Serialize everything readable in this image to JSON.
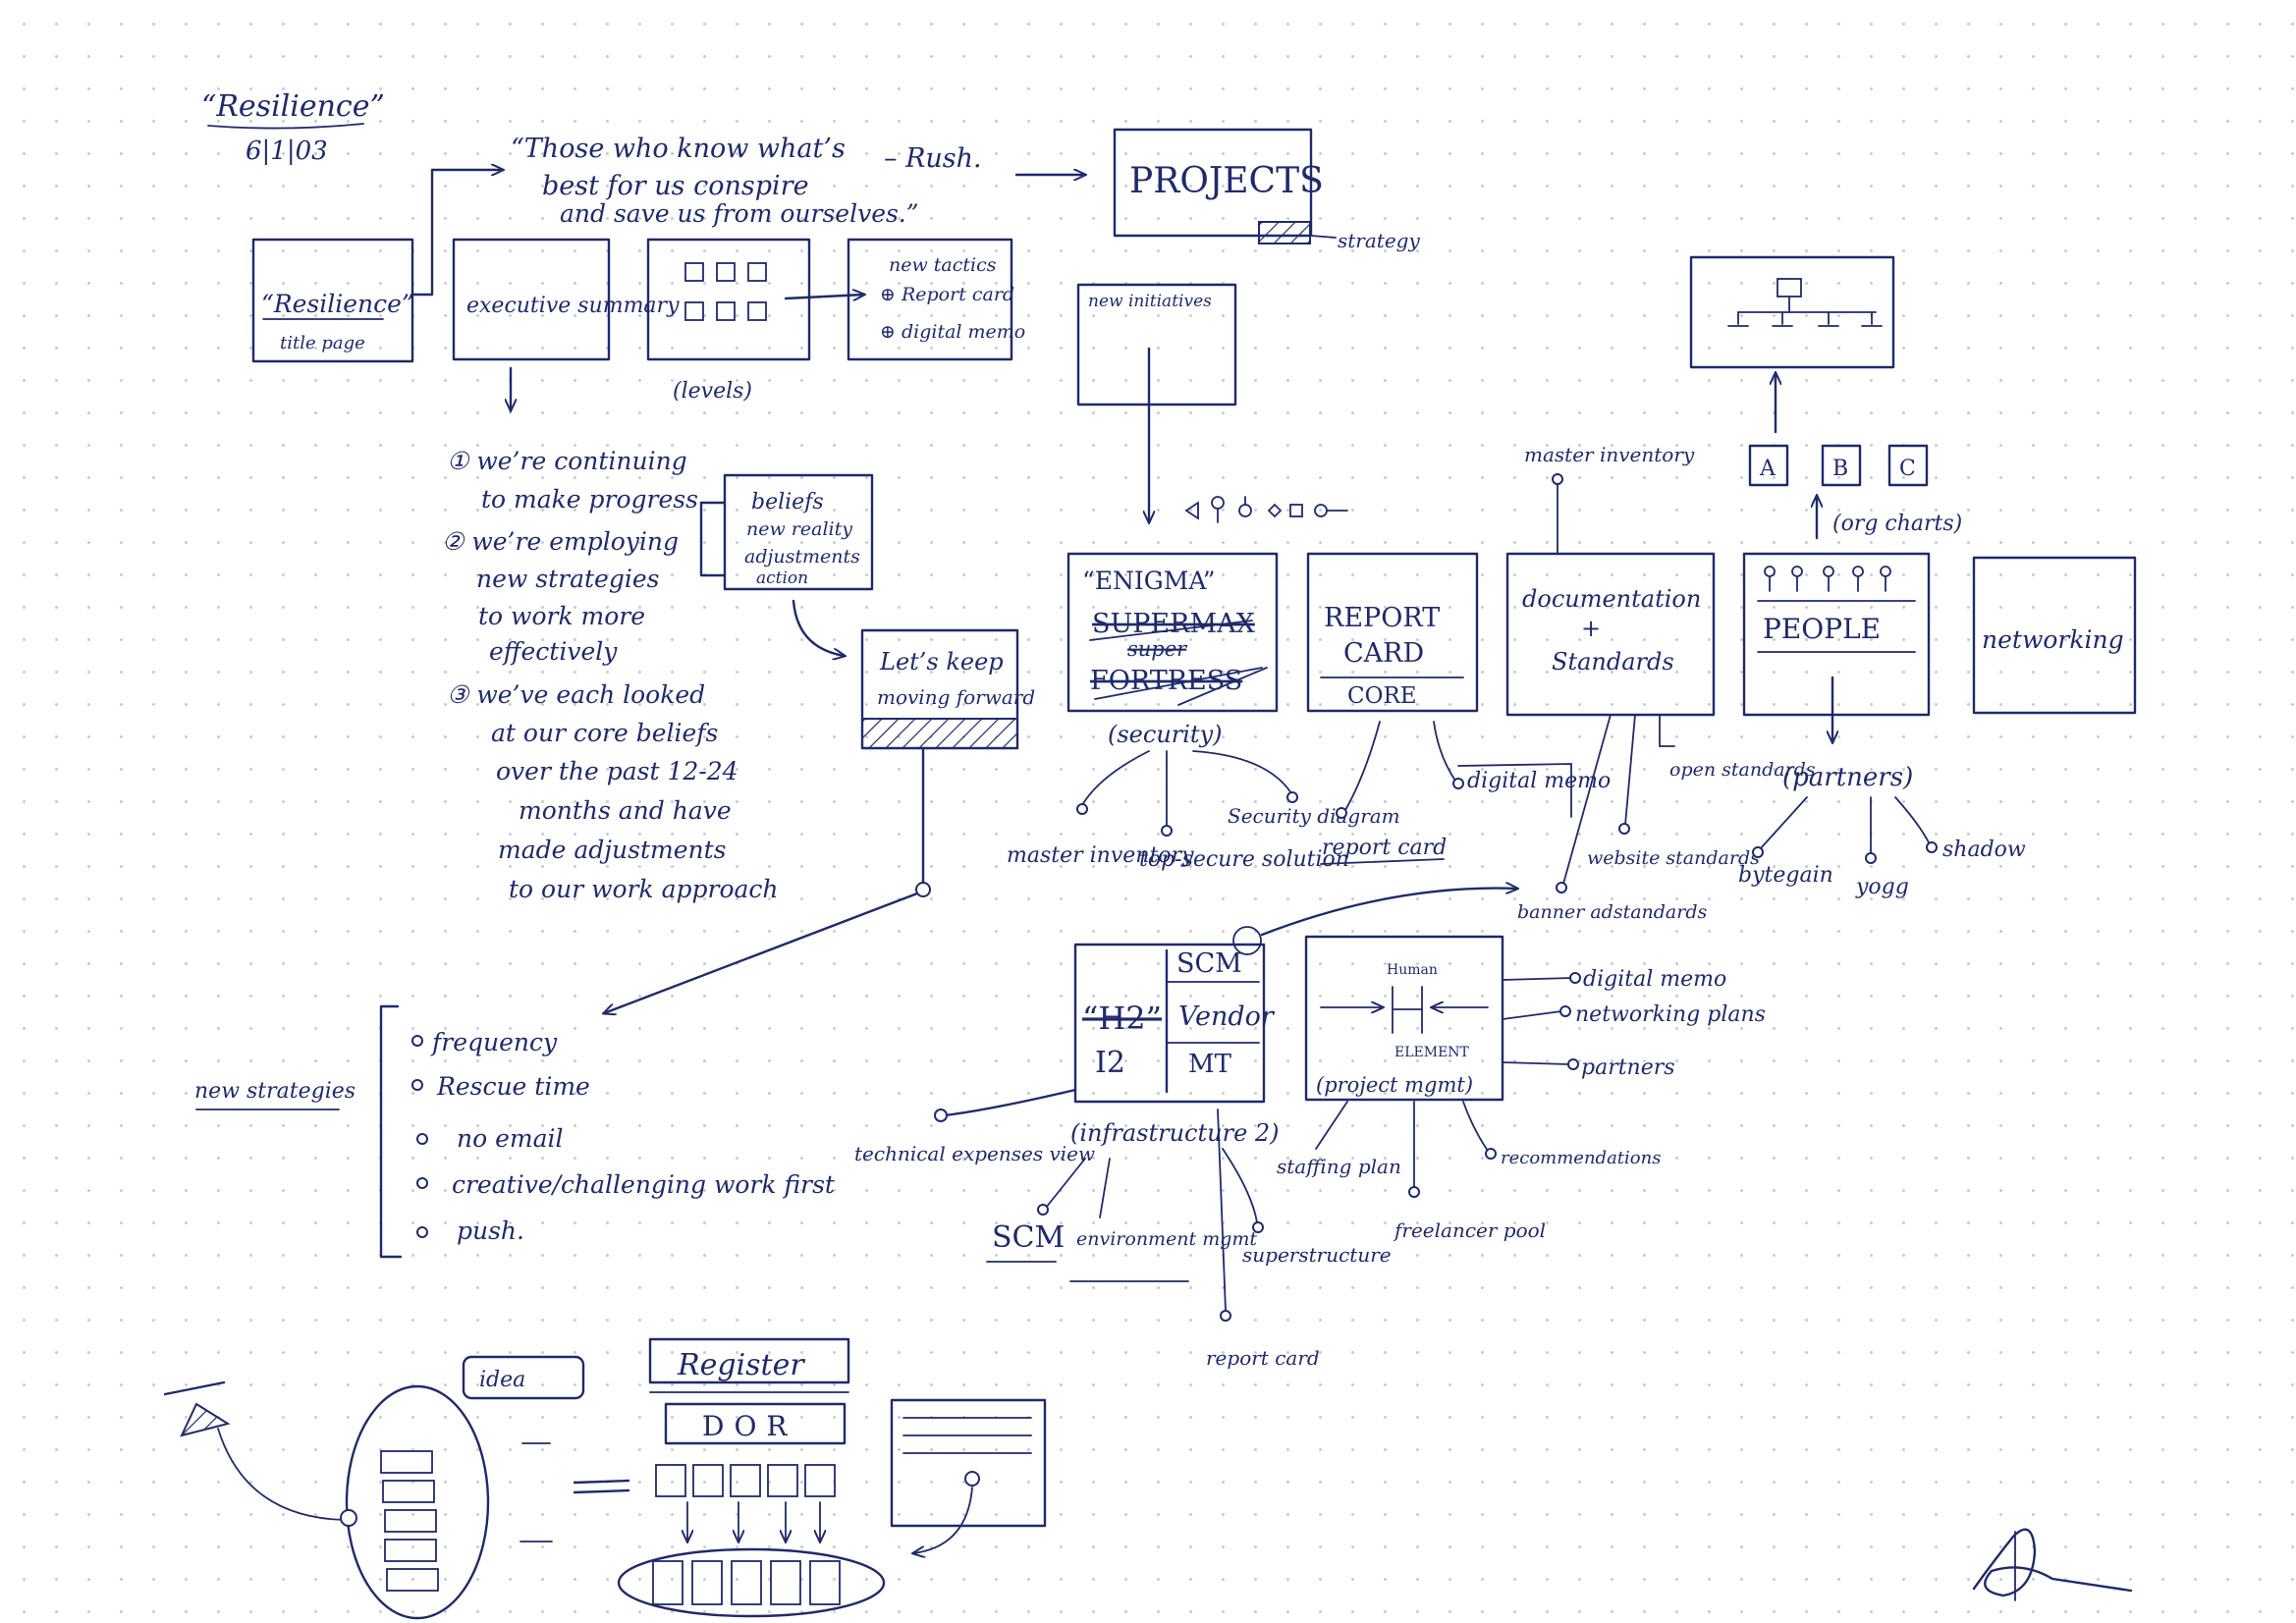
{
  "header": {
    "title": "“Resilience”",
    "date": "6|1|03",
    "quote": [
      "“Those who know what’s",
      "best for us conspire",
      "and save us from ourselves.”"
    ],
    "attribution": "– Rush."
  },
  "pages": {
    "title_page": {
      "label": "“Resilience”",
      "sub": "title page"
    },
    "exec_summary": "executive summary",
    "levels": "(levels)",
    "tactics": [
      "new tactics",
      "⊕ Report card",
      "⊕ digital memo"
    ],
    "projects": "PROJECTS",
    "strategy": "strategy",
    "new_initiatives": "new initiatives"
  },
  "summary_points": [
    [
      "① we’re continuing",
      "to make progress"
    ],
    [
      "② we’re employing",
      "new strategies",
      "to work more",
      "effectively"
    ],
    [
      "③ we’ve each looked",
      "at our core beliefs",
      "over the past 12-24",
      "months and have",
      "made adjustments",
      "to our work approach"
    ]
  ],
  "beliefs": [
    "beliefs",
    "new reality",
    "adjustments",
    "action"
  ],
  "keep_moving": [
    "Let’s keep",
    "moving forward"
  ],
  "enigma": {
    "title": "“ENIGMA”",
    "struck": [
      "SUPERMAX",
      "super",
      "FORTRESS"
    ],
    "caption": "(security)",
    "branches": [
      "master inventory",
      "top-secure solution",
      "Security diagram"
    ]
  },
  "report": {
    "lines": [
      "REPORT",
      "CARD"
    ],
    "core": "CORE",
    "branches": [
      "report card",
      "digital memo"
    ]
  },
  "documentation": {
    "lines": [
      "documentation",
      "+",
      "Standards"
    ],
    "top": "master inventory",
    "branches": [
      "banner adstandards",
      "website standards",
      "open standards"
    ]
  },
  "people": {
    "label": "PEOPLE",
    "partners": "(partners)",
    "partner_items": [
      "bytegain",
      "yogg",
      "shadow"
    ],
    "org_chart": "(org charts)",
    "org_boxes": [
      "A",
      "B",
      "C"
    ]
  },
  "networking": "networking",
  "infrastructure": {
    "struck": "“H2”",
    "label": "I2",
    "cells": [
      "SCM",
      "Vendor",
      "MT"
    ],
    "caption": "(infrastructure 2)",
    "branches": [
      "technical expenses view",
      "SCM",
      "environment mgmt",
      "superstructure",
      "report card"
    ]
  },
  "project_mgmt": {
    "human": "Human",
    "element": "ELEMENT",
    "caption": "(project mgmt)",
    "branches": [
      "digital memo",
      "networking plans",
      "partners",
      "staffing plan",
      "freelancer pool",
      "recommendations"
    ]
  },
  "new_strategies": {
    "label": "new strategies",
    "items": [
      "frequency",
      "Rescue time",
      "no email",
      "creative/challenging work first",
      "push."
    ]
  },
  "bottom_sketch": {
    "tab_label": "idea",
    "register": "Register",
    "dor": "DOR"
  }
}
